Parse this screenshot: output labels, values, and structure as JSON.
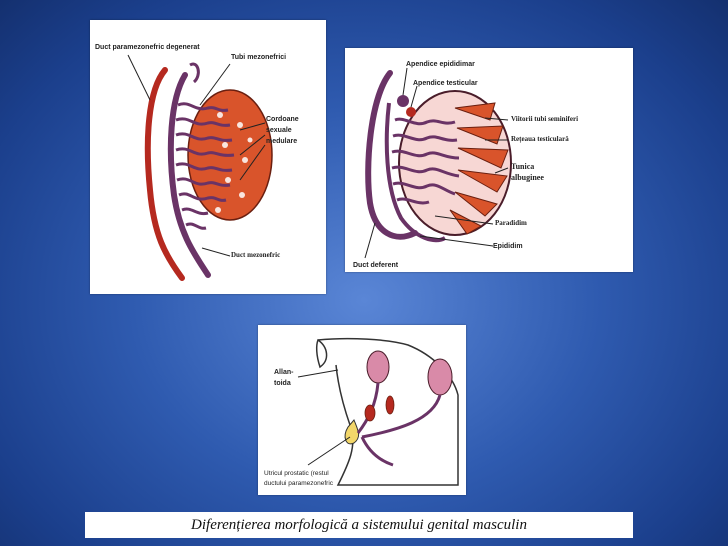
{
  "panel1": {
    "labels": {
      "duct_paramez": "Duct paramezonefric degenerat",
      "tubi_mezonefrici": "Tubi mezonefrici",
      "cordoane": "Cordoane sexuale medulare",
      "duct_mezonefric": "Duct mezonefric"
    }
  },
  "panel2": {
    "labels": {
      "apendice_epididimar": "Apendice epididimar",
      "apendice_testicular": "Apendice testicular",
      "viitorii_tubi": "Viitorii tubi seminiferi",
      "reteaua": "Rețeaua testiculară",
      "tunica": "Tunica albuginee",
      "paradidim": "Paradidim",
      "epididim": "Epididim",
      "duct_deferent": "Duct deferent"
    }
  },
  "panel3": {
    "labels": {
      "allantoida": "Allan-toida",
      "utricul": "Utricul prostatic (restul ductului paramezonefric"
    }
  },
  "caption": "Diferențierea morfologică a sistemului genital masculin",
  "colors": {
    "background": "#2f5bb0",
    "duct_purple": "#6a3366",
    "gonad_red": "#d9542b",
    "dark_red": "#b5291f",
    "utricle_yellow": "#f3d76a"
  }
}
